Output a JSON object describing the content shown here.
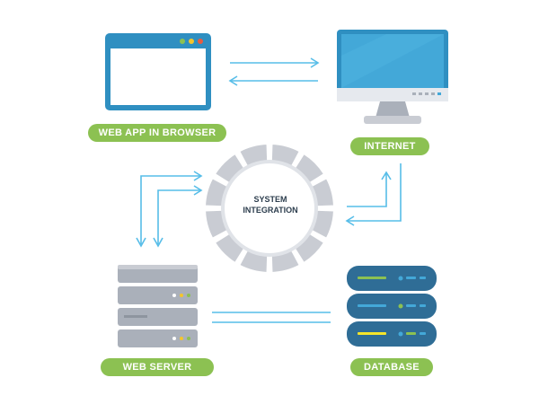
{
  "labels": {
    "browser": "WEB APP IN BROWSER",
    "internet": "INTERNET",
    "web_server": "WEB SERVER",
    "database": "DATABASE"
  },
  "hub": {
    "line1": "SYSTEM",
    "line2": "INTEGRATION"
  },
  "colors": {
    "label_green": "#8cc152",
    "browser_frame": "#2f8fc1",
    "monitor_screen": "#43a8d8",
    "arrow_blue": "#57bde8",
    "gear_gray": "#c9ccd3",
    "server_gray": "#aab0ba",
    "db_blue": "#2f6d96"
  },
  "icons": [
    "browser-window-icon",
    "monitor-icon",
    "gear-icon",
    "server-rack-icon",
    "database-icon"
  ]
}
